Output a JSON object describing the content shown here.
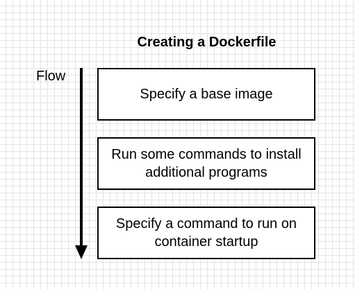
{
  "diagram": {
    "title": "Creating a Dockerfile",
    "flow_label": "Flow",
    "steps": [
      {
        "label": "Specify a base image"
      },
      {
        "label": "Run some commands to install\nadditional programs"
      },
      {
        "label": "Specify a command to run on\ncontainer startup"
      }
    ]
  }
}
